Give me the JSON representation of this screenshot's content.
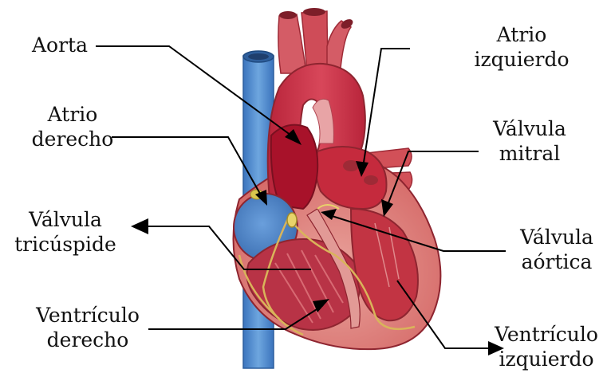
{
  "diagram": {
    "colors": {
      "background": "#ffffff",
      "leader_line": "#000000",
      "aorta_red": "#c9303c",
      "aorta_light": "#e0586a",
      "myocardium_outer": "#c83d47",
      "myocardium_pink": "#e28a86",
      "chamber_dark_red": "#a8122a",
      "vena_cava_blue": "#4a88cf",
      "vena_cava_light": "#7fb4e6",
      "right_atrium_blue": "#4f86c9",
      "valve_yellow": "#e8d36a",
      "conduction_line": "#d9b45a"
    },
    "labels": {
      "aorta": {
        "line1": "Aorta"
      },
      "left_atrium": {
        "line1": "Atrio",
        "line2": "izquierdo"
      },
      "right_atrium": {
        "line1": "Atrio",
        "line2": "derecho"
      },
      "mitral_valve": {
        "line1": "Válvula",
        "line2": "mitral"
      },
      "tricuspid_valve": {
        "line1": "Válvula",
        "line2": "tricúspide"
      },
      "aortic_valve": {
        "line1": "Válvula",
        "line2": "aórtica"
      },
      "right_ventricle": {
        "line1": "Ventrículo",
        "line2": "derecho"
      },
      "left_ventricle": {
        "line1": "Ventrículo",
        "line2": "izquierdo"
      }
    }
  }
}
